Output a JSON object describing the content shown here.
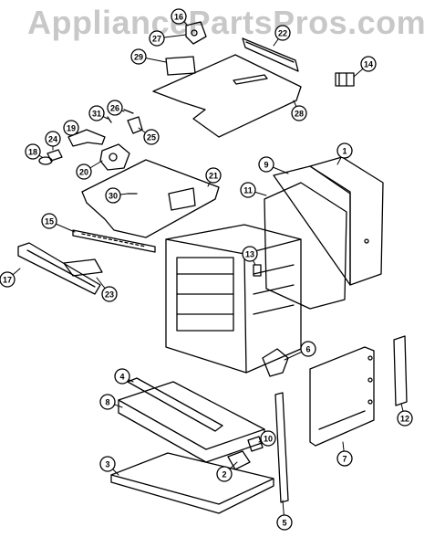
{
  "watermark": "AppliancePartsPros.com",
  "callouts": [
    {
      "id": "c1",
      "label": "1"
    },
    {
      "id": "c2",
      "label": "2"
    },
    {
      "id": "c3",
      "label": "3"
    },
    {
      "id": "c4",
      "label": "4"
    },
    {
      "id": "c5",
      "label": "5"
    },
    {
      "id": "c6",
      "label": "6"
    },
    {
      "id": "c7",
      "label": "7"
    },
    {
      "id": "c8",
      "label": "8"
    },
    {
      "id": "c9",
      "label": "9"
    },
    {
      "id": "c10",
      "label": "10"
    },
    {
      "id": "c11",
      "label": "11"
    },
    {
      "id": "c12",
      "label": "12"
    },
    {
      "id": "c13",
      "label": "13"
    },
    {
      "id": "c14",
      "label": "14"
    },
    {
      "id": "c15",
      "label": "15"
    },
    {
      "id": "c16",
      "label": "16"
    },
    {
      "id": "c17",
      "label": "17"
    },
    {
      "id": "c18",
      "label": "18"
    },
    {
      "id": "c19",
      "label": "19"
    },
    {
      "id": "c20",
      "label": "20"
    },
    {
      "id": "c21",
      "label": "21"
    },
    {
      "id": "c22",
      "label": "22"
    },
    {
      "id": "c23",
      "label": "23"
    },
    {
      "id": "c24",
      "label": "24"
    },
    {
      "id": "c25",
      "label": "25"
    },
    {
      "id": "c26",
      "label": "26"
    },
    {
      "id": "c27",
      "label": "27"
    },
    {
      "id": "c28",
      "label": "28"
    },
    {
      "id": "c29",
      "label": "29"
    },
    {
      "id": "c30",
      "label": "30"
    },
    {
      "id": "c31",
      "label": "31"
    }
  ]
}
